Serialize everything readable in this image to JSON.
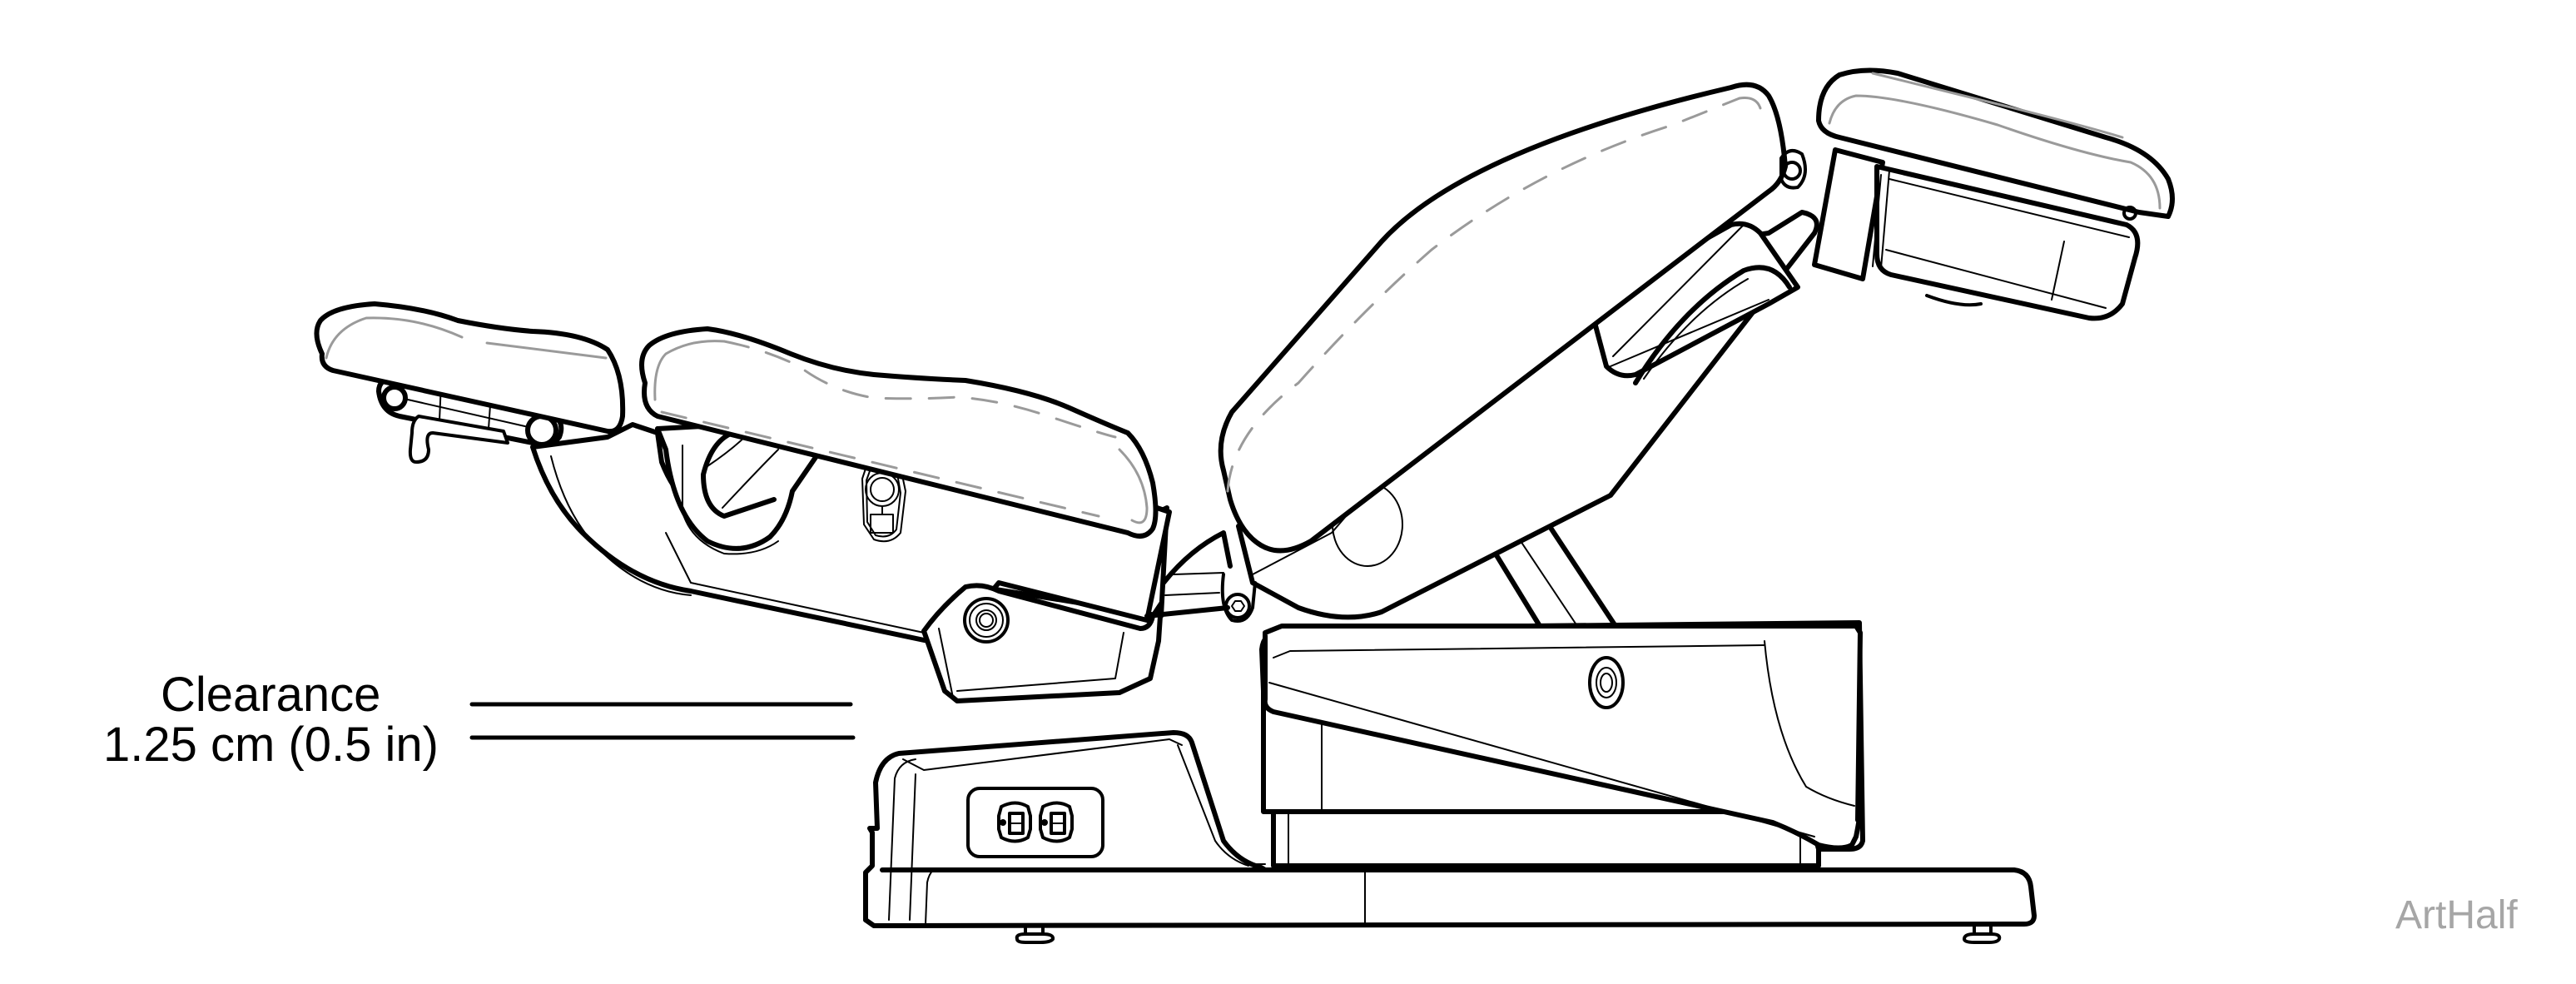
{
  "figure": {
    "subject": "Exam chair side view, reclined position",
    "annotation": {
      "title": "Clearance",
      "value": "1.25 cm (0.5 in)"
    },
    "art_tag": "ArtHalf",
    "colors": {
      "line": "#000000",
      "cushion_seam": "#9a9a9a",
      "art_tag": "#a6a6a6",
      "background": "#ffffff"
    },
    "parts": [
      {
        "id": "foot-rest",
        "label": "Foot rest cushion"
      },
      {
        "id": "seat",
        "label": "Seat cushion"
      },
      {
        "id": "backrest",
        "label": "Back rest cushion"
      },
      {
        "id": "headrest",
        "label": "Head rest cushion"
      },
      {
        "id": "seat-housing",
        "label": "Seat housing"
      },
      {
        "id": "lift-housing",
        "label": "Lift housing"
      },
      {
        "id": "base",
        "label": "Base"
      },
      {
        "id": "outlet-box",
        "label": "Duplex power outlet"
      }
    ]
  }
}
